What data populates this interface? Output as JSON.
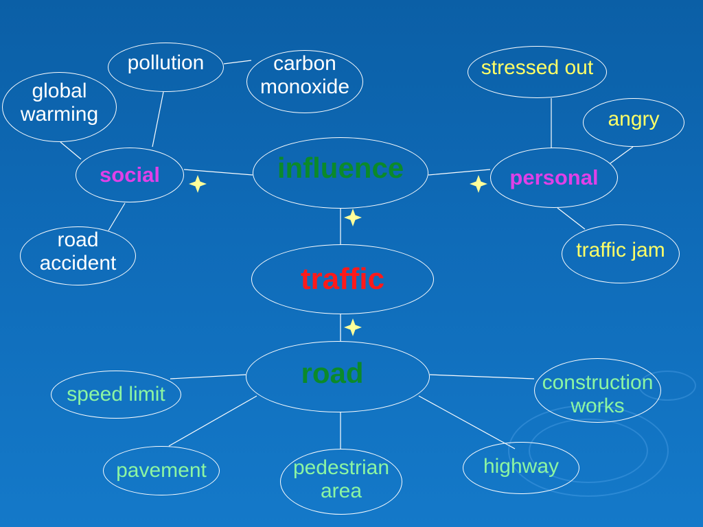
{
  "colors": {
    "background": "#0f6bb8",
    "line": "#ffffff",
    "star": "#ffff99",
    "hub_green": "#0b8a2a",
    "hub_red": "#ff1a1a",
    "magenta": "#e040e8",
    "yellow": "#ffff66",
    "mint": "#8cf5a2"
  },
  "nodes": {
    "influence": "influence",
    "traffic": "traffic",
    "road": "road",
    "social": "social",
    "personal": "personal",
    "pollution": "pollution",
    "carbon_monoxide": "carbon\nmonoxide",
    "global_warming": "global\nwarming",
    "road_accident": "road\naccident",
    "stressed_out": "stressed out",
    "angry": "angry",
    "traffic_jam": "traffic jam",
    "speed_limit": "speed limit",
    "construction_works": "construction\nworks",
    "pavement": "pavement",
    "pedestrian_area": "pedestrian\narea",
    "highway": "highway"
  },
  "star_icon": "four-point-star-icon"
}
